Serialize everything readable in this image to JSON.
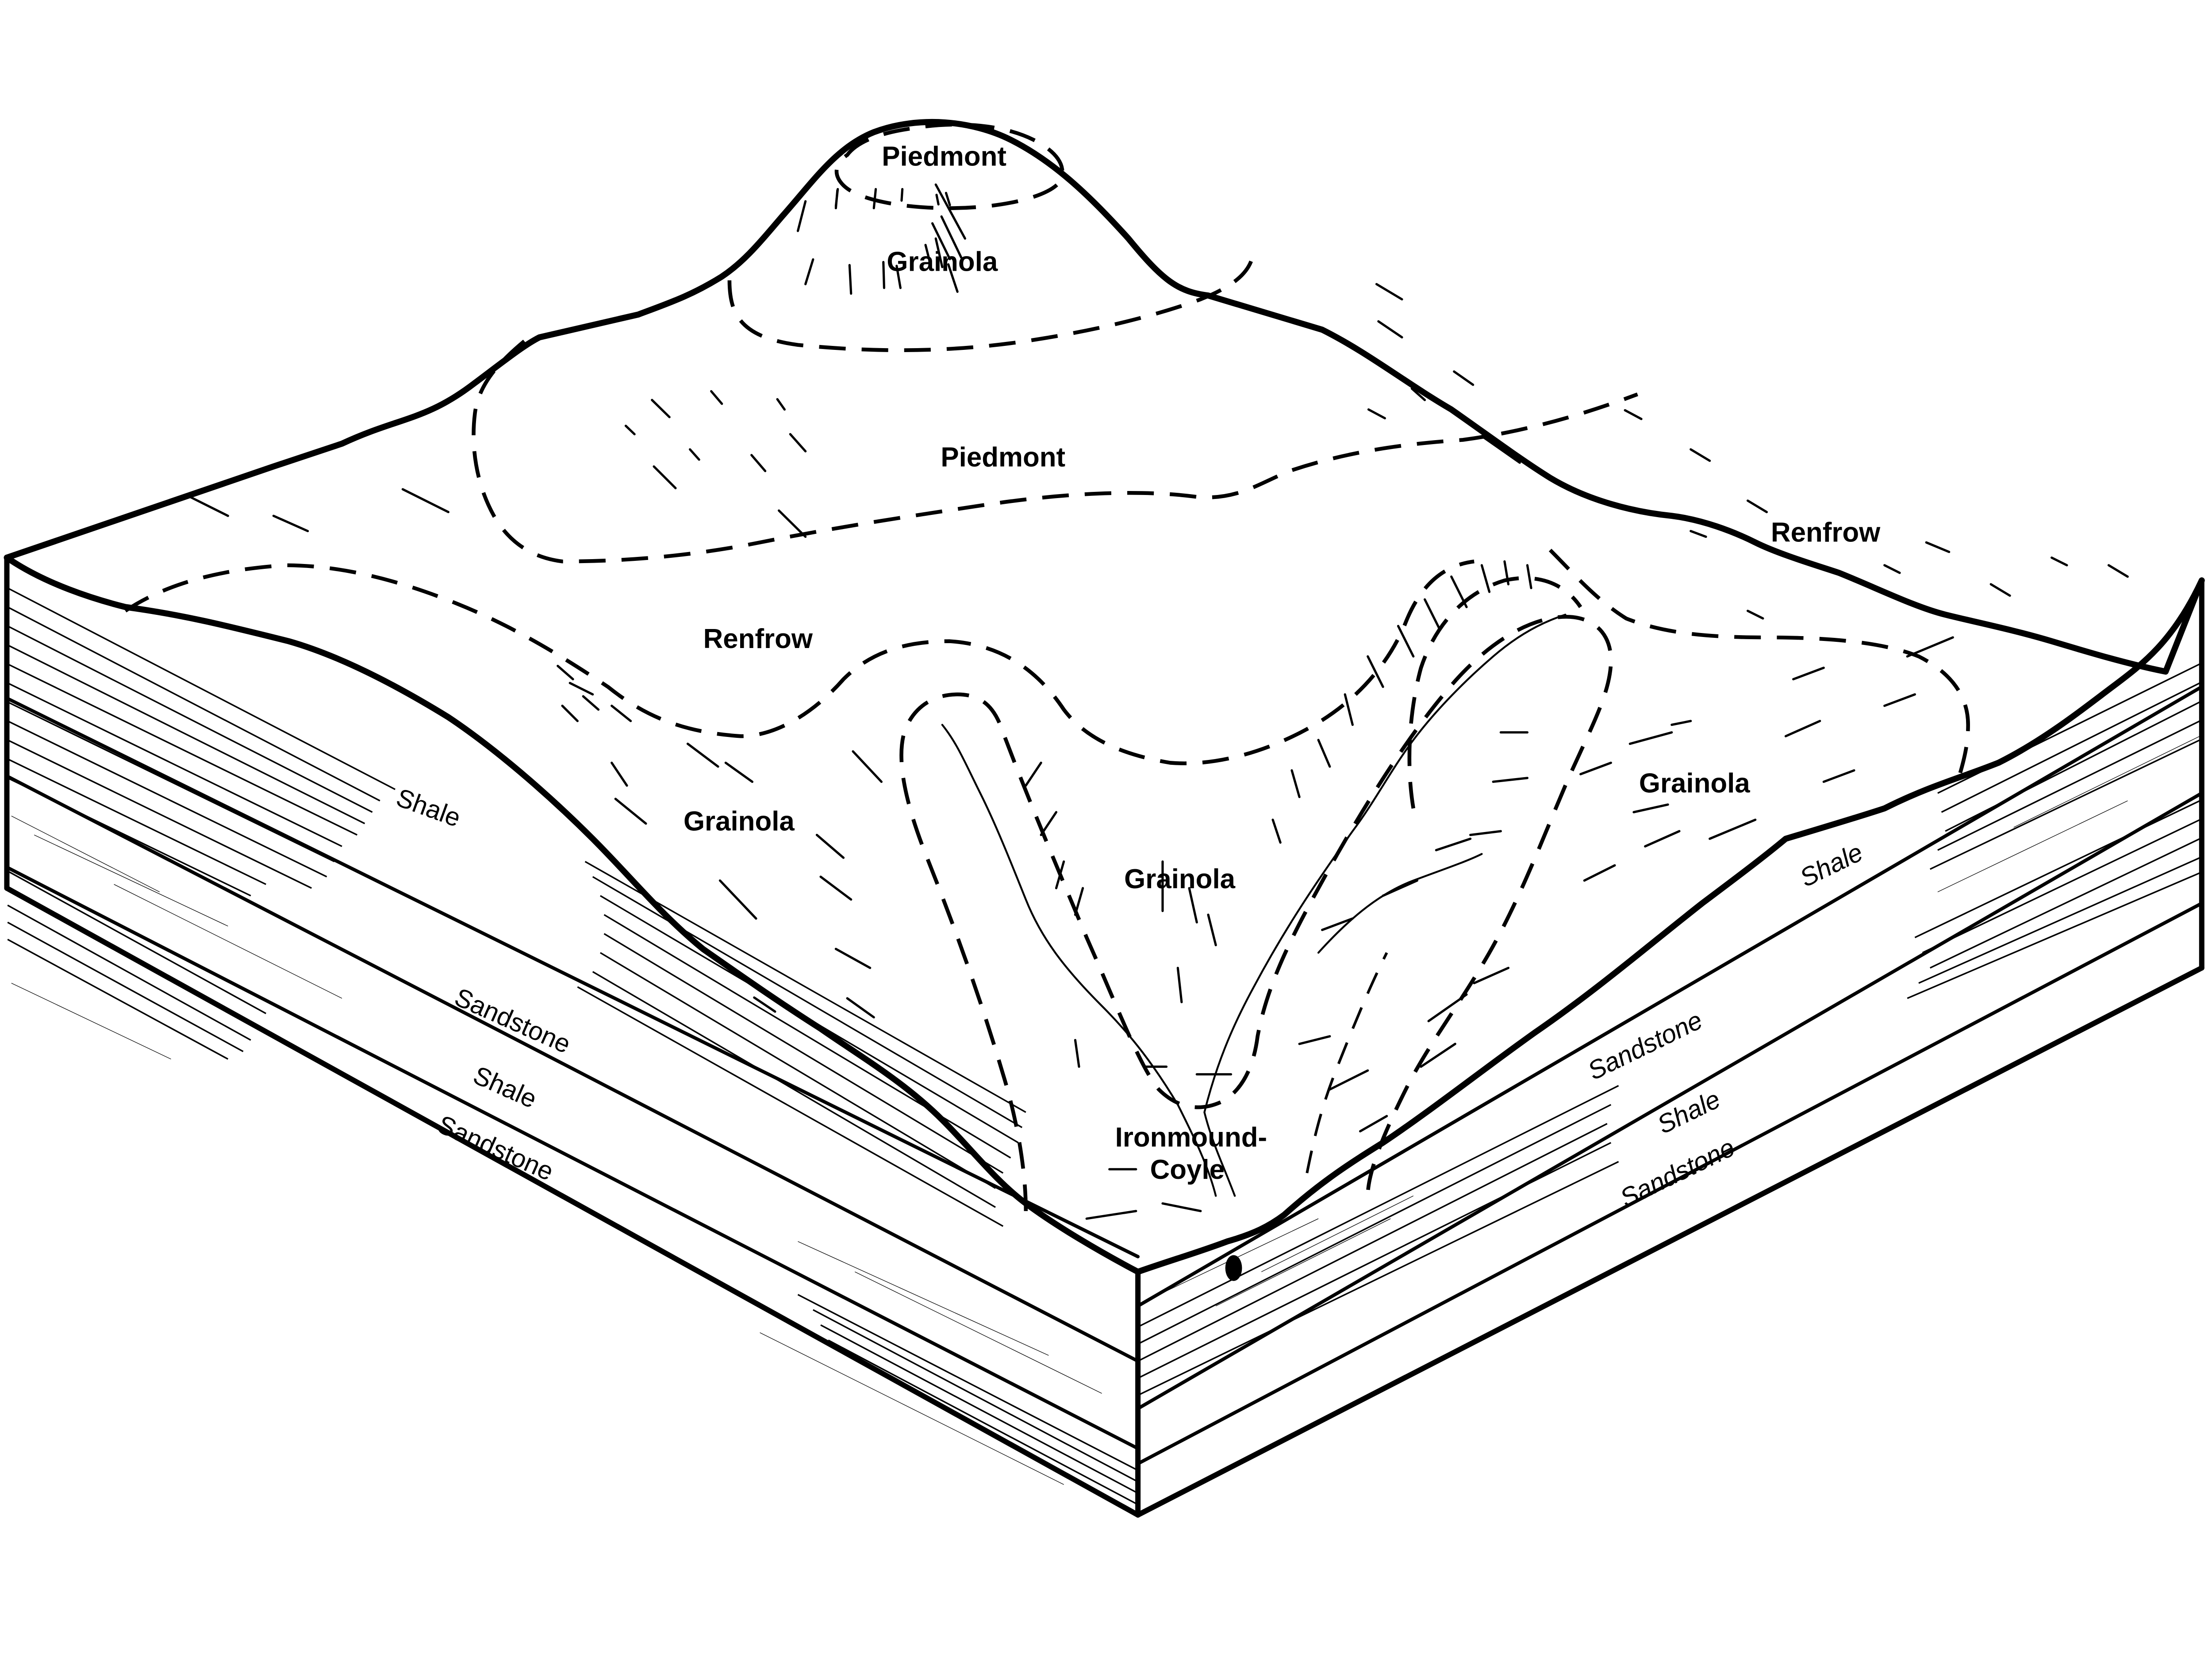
{
  "diagram": {
    "type": "geologic block diagram",
    "style": "black line art on white",
    "colors": {
      "ink": "#000000",
      "background": "#ffffff"
    }
  },
  "surface_units": {
    "piedmont_summit": "Piedmont",
    "grainola_summit_slope": "Grainola",
    "piedmont_upland": "Piedmont",
    "renfrow_left": "Renfrow",
    "renfrow_right": "Renfrow",
    "grainola_left": "Grainola",
    "grainola_center": "Grainola",
    "grainola_right": "Grainola",
    "ironmound_coyle_line1": "Ironmound-",
    "ironmound_coyle_line2": "Coyle"
  },
  "left_face_layers": [
    {
      "name": "Shale"
    },
    {
      "name": "Sandstone"
    },
    {
      "name": "Shale"
    },
    {
      "name": "Sandstone"
    }
  ],
  "right_face_layers": [
    {
      "name": "Shale"
    },
    {
      "name": "Sandstone"
    },
    {
      "name": "Shale"
    },
    {
      "name": "Sandstone"
    }
  ]
}
